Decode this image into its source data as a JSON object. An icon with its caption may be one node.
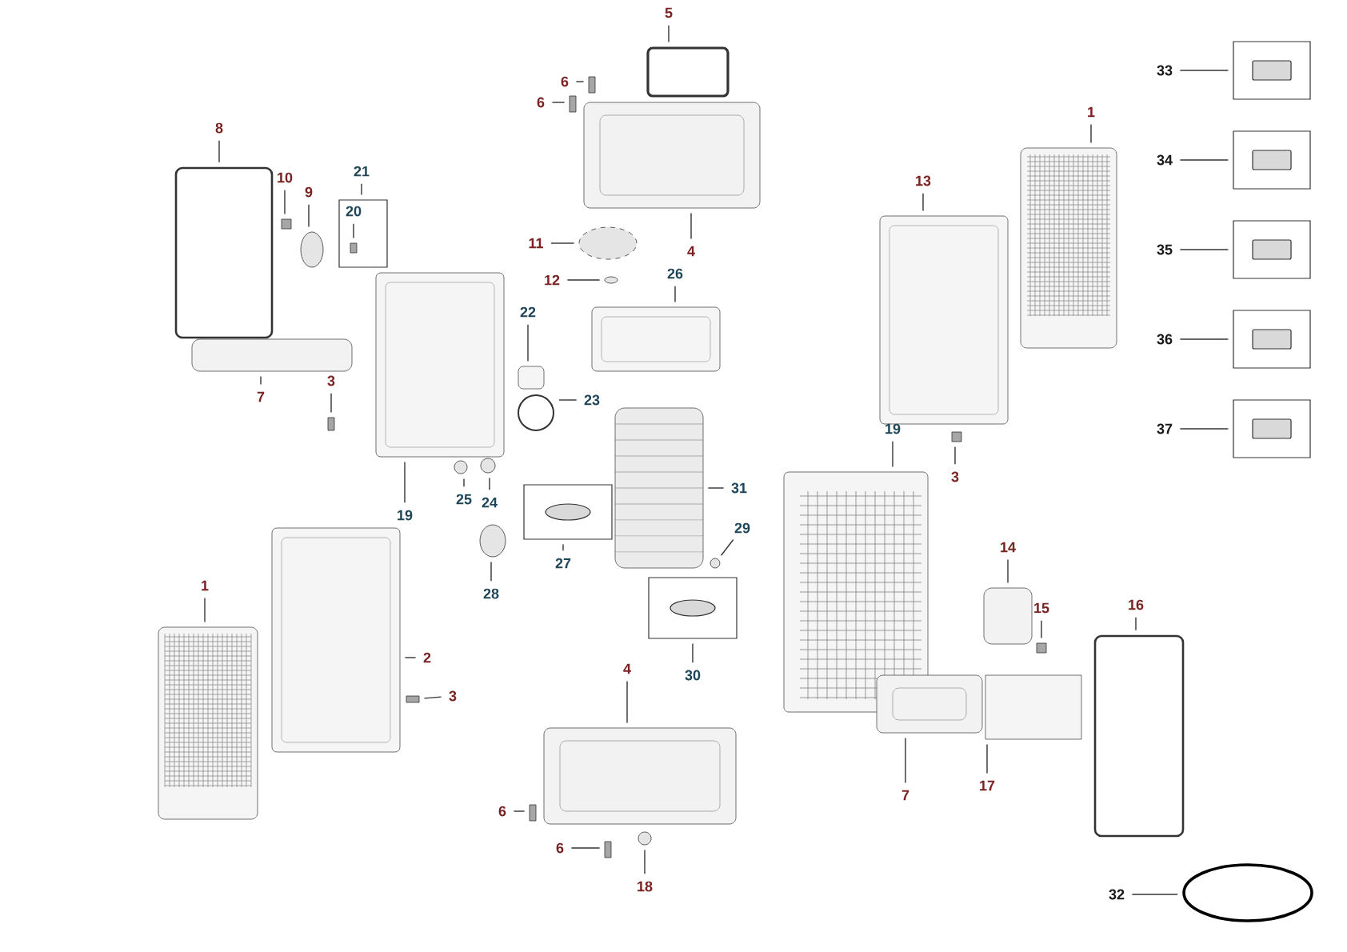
{
  "diagram": {
    "nodes": [
      {
        "text": [
          "5"
        ]
      },
      {
        "text": [],
        "shape": "box"
      },
      {
        "text": [
          "6"
        ]
      },
      {
        "text": [],
        "shape": "bar"
      },
      {
        "text": [
          "6"
        ]
      },
      {
        "text": [],
        "shape": "bar"
      },
      {
        "text": [
          "4"
        ]
      },
      {
        "text": [],
        "shape": "picture"
      },
      {
        "text": [
          "8"
        ]
      },
      {
        "text": [],
        "shape": "box"
      },
      {
        "text": [
          "10"
        ]
      },
      {
        "text": [],
        "shape": "bar"
      },
      {
        "text": [
          "9"
        ]
      },
      {
        "text": [],
        "shape": "circle"
      },
      {
        "text": [
          "21"
        ]
      },
      {
        "text": [],
        "shape": "box"
      },
      {
        "text": [
          "20"
        ],
        "in": 15
      },
      {
        "text": [],
        "shape": "bar",
        "in": 15
      },
      {
        "text": [
          "7"
        ]
      },
      {
        "text": [],
        "shape": "box"
      },
      {
        "text": [
          "3"
        ]
      },
      {
        "text": [],
        "shape": "bar"
      },
      {
        "text": [
          "19"
        ]
      },
      {
        "text": [],
        "shape": "picture"
      },
      {
        "text": [
          "11"
        ]
      },
      {
        "text": [],
        "shape": "circle"
      },
      {
        "text": [
          "12"
        ]
      },
      {
        "text": [],
        "shape": "circle"
      },
      {
        "text": [
          "26"
        ]
      },
      {
        "text": [],
        "shape": "picture"
      },
      {
        "text": [
          "22"
        ]
      },
      {
        "text": [],
        "shape": "box"
      },
      {
        "text": [
          "23"
        ]
      },
      {
        "text": [],
        "shape": "circle"
      },
      {
        "text": [
          "25"
        ]
      },
      {
        "text": [],
        "shape": "circle"
      },
      {
        "text": [
          "24"
        ]
      },
      {
        "text": [],
        "shape": "circle"
      },
      {
        "text": [
          "31"
        ]
      },
      {
        "text": [],
        "shape": "picture"
      },
      {
        "text": [
          "27"
        ]
      },
      {
        "text": [],
        "shape": "picture"
      },
      {
        "text": [
          "28"
        ]
      },
      {
        "text": [],
        "shape": "circle"
      },
      {
        "text": [
          "29"
        ]
      },
      {
        "text": [],
        "shape": "circle"
      },
      {
        "text": [
          "30"
        ]
      },
      {
        "text": [],
        "shape": "picture"
      },
      {
        "text": [
          "1"
        ]
      },
      {
        "text": [],
        "shape": "picture"
      },
      {
        "text": [
          "2"
        ]
      },
      {
        "text": [],
        "shape": "picture"
      },
      {
        "text": [
          "3"
        ]
      },
      {
        "text": [],
        "shape": "bar"
      },
      {
        "text": [
          "4"
        ]
      },
      {
        "text": [],
        "shape": "picture"
      },
      {
        "text": [
          "6"
        ]
      },
      {
        "text": [],
        "shape": "bar"
      },
      {
        "text": [
          "6"
        ]
      },
      {
        "text": [],
        "shape": "bar"
      },
      {
        "text": [
          "18"
        ]
      },
      {
        "text": [],
        "shape": "circle"
      },
      {
        "text": [
          "13"
        ]
      },
      {
        "text": [],
        "shape": "picture"
      },
      {
        "text": [
          "1"
        ]
      },
      {
        "text": [],
        "shape": "picture"
      },
      {
        "text": [
          "19"
        ]
      },
      {
        "text": [],
        "shape": "picture"
      },
      {
        "text": [
          "3"
        ]
      },
      {
        "text": [],
        "shape": "bar"
      },
      {
        "text": [
          "33"
        ]
      },
      {
        "text": [],
        "shape": "picture"
      },
      {
        "text": [
          "34"
        ]
      },
      {
        "text": [],
        "shape": "picture"
      },
      {
        "text": [
          "35"
        ]
      },
      {
        "text": [],
        "shape": "picture"
      },
      {
        "text": [
          "36"
        ]
      },
      {
        "text": [],
        "shape": "picture"
      },
      {
        "text": [
          "37"
        ]
      },
      {
        "text": [],
        "shape": "picture"
      },
      {
        "text": [
          "14"
        ]
      },
      {
        "text": [],
        "shape": "box"
      },
      {
        "text": [
          "15"
        ]
      },
      {
        "text": [],
        "shape": "bar"
      },
      {
        "text": [
          "16"
        ]
      },
      {
        "text": [],
        "shape": "box"
      },
      {
        "text": [
          "7"
        ]
      },
      {
        "text": [],
        "shape": "picture"
      },
      {
        "text": [
          "17"
        ]
      },
      {
        "text": [],
        "shape": "box"
      },
      {
        "text": [
          "32"
        ]
      },
      {
        "text": [],
        "shape": "circle"
      }
    ],
    "edges": [
      {
        "from": 0,
        "to": 1,
        "arrow": "none"
      },
      {
        "from": 2,
        "to": 3,
        "arrow": "none"
      },
      {
        "from": 4,
        "to": 5,
        "arrow": "none"
      },
      {
        "from": 6,
        "to": 7,
        "arrow": "none"
      },
      {
        "from": 8,
        "to": 9,
        "arrow": "none"
      },
      {
        "from": 10,
        "to": 11,
        "arrow": "none"
      },
      {
        "from": 12,
        "to": 13,
        "arrow": "none"
      },
      {
        "from": 14,
        "to": 15,
        "arrow": "none"
      },
      {
        "from": 16,
        "to": 17,
        "arrow": "none"
      },
      {
        "from": 18,
        "to": 19,
        "arrow": "none"
      },
      {
        "from": 20,
        "to": 21,
        "arrow": "none"
      },
      {
        "from": 22,
        "to": 23,
        "arrow": "none"
      },
      {
        "from": 24,
        "to": 25,
        "arrow": "none"
      },
      {
        "from": 26,
        "to": 27,
        "arrow": "none"
      },
      {
        "from": 28,
        "to": 29,
        "arrow": "none"
      },
      {
        "from": 30,
        "to": 31,
        "arrow": "none"
      },
      {
        "from": 32,
        "to": 33,
        "arrow": "none"
      },
      {
        "from": 34,
        "to": 35,
        "arrow": "none"
      },
      {
        "from": 36,
        "to": 37,
        "arrow": "none"
      },
      {
        "from": 38,
        "to": 39,
        "arrow": "none"
      },
      {
        "from": 40,
        "to": 41,
        "arrow": "none"
      },
      {
        "from": 42,
        "to": 43,
        "arrow": "none"
      },
      {
        "from": 44,
        "to": 45,
        "arrow": "none"
      },
      {
        "from": 46,
        "to": 47,
        "arrow": "none"
      },
      {
        "from": 48,
        "to": 49,
        "arrow": "none"
      },
      {
        "from": 50,
        "to": 51,
        "arrow": "none"
      },
      {
        "from": 52,
        "to": 53,
        "arrow": "none"
      },
      {
        "from": 54,
        "to": 55,
        "arrow": "none"
      },
      {
        "from": 56,
        "to": 57,
        "arrow": "none"
      },
      {
        "from": 58,
        "to": 59,
        "arrow": "none"
      },
      {
        "from": 60,
        "to": 61,
        "arrow": "none"
      },
      {
        "from": 62,
        "to": 63,
        "arrow": "none"
      },
      {
        "from": 64,
        "to": 65,
        "arrow": "none"
      },
      {
        "from": 66,
        "to": 67,
        "arrow": "none"
      },
      {
        "from": 68,
        "to": 69,
        "arrow": "none"
      },
      {
        "from": 70,
        "to": 71,
        "arrow": "none"
      },
      {
        "from": 72,
        "to": 73,
        "arrow": "none"
      },
      {
        "from": 74,
        "to": 75,
        "arrow": "none"
      },
      {
        "from": 76,
        "to": 77,
        "arrow": "none"
      },
      {
        "from": 78,
        "to": 79,
        "arrow": "none"
      },
      {
        "from": 80,
        "to": 81,
        "arrow": "none"
      },
      {
        "from": 82,
        "to": 83,
        "arrow": "none"
      },
      {
        "from": 84,
        "to": 85,
        "arrow": "none"
      },
      {
        "from": 86,
        "to": 87,
        "arrow": "none"
      },
      {
        "from": 88,
        "to": 89,
        "arrow": "none"
      },
      {
        "from": 90,
        "to": 91,
        "arrow": "none"
      }
    ]
  }
}
